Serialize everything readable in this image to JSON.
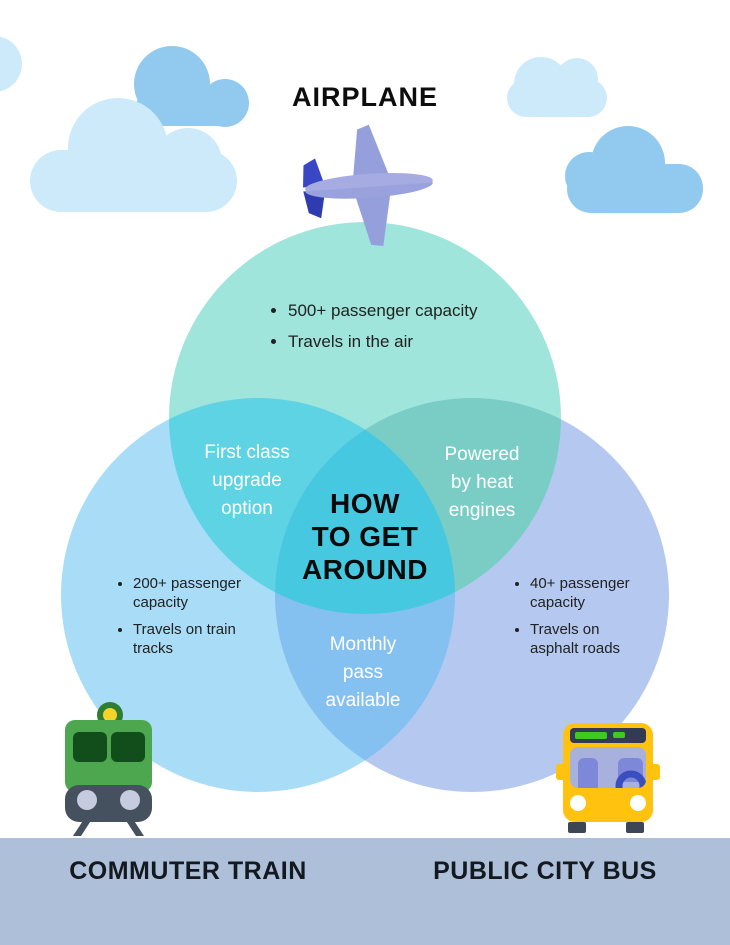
{
  "headers": {
    "airplane": "AIRPLANE",
    "train": "COMMUTER TRAIN",
    "bus": "PUBLIC CITY BUS"
  },
  "center_title": "HOW\nTO GET\nAROUND",
  "sets": {
    "airplane": {
      "bullets": [
        "500+ passenger capacity",
        "Travels in the air"
      ]
    },
    "train": {
      "bullets": [
        "200+ passenger capacity",
        "Travels on train tracks"
      ]
    },
    "bus": {
      "bullets": [
        "40+ passenger capacity",
        "Travels on asphalt roads"
      ]
    }
  },
  "overlaps": {
    "airplane_train": "First class\nupgrade\noption",
    "airplane_bus": "Powered\nby heat\nengines",
    "train_bus": "Monthly\npass\navailable"
  },
  "icons": {
    "airplane": "airplane-icon",
    "train": "train-icon",
    "bus": "bus-icon",
    "cloud": "cloud-icon"
  },
  "colors": {
    "circle_airplane": "#a0e5db",
    "circle_train": "#a9ddf7",
    "circle_bus": "#b5c9f0",
    "overlap_airplane_train": "#5ed3e3",
    "overlap_airplane_bus": "#7acdc5",
    "overlap_train_bus": "#85c1f0",
    "overlap_center": "#45c8e0",
    "bottom_bar": "#aec0d9",
    "cloud_light": "#cdeafa",
    "cloud_dark": "#92c9ee"
  }
}
